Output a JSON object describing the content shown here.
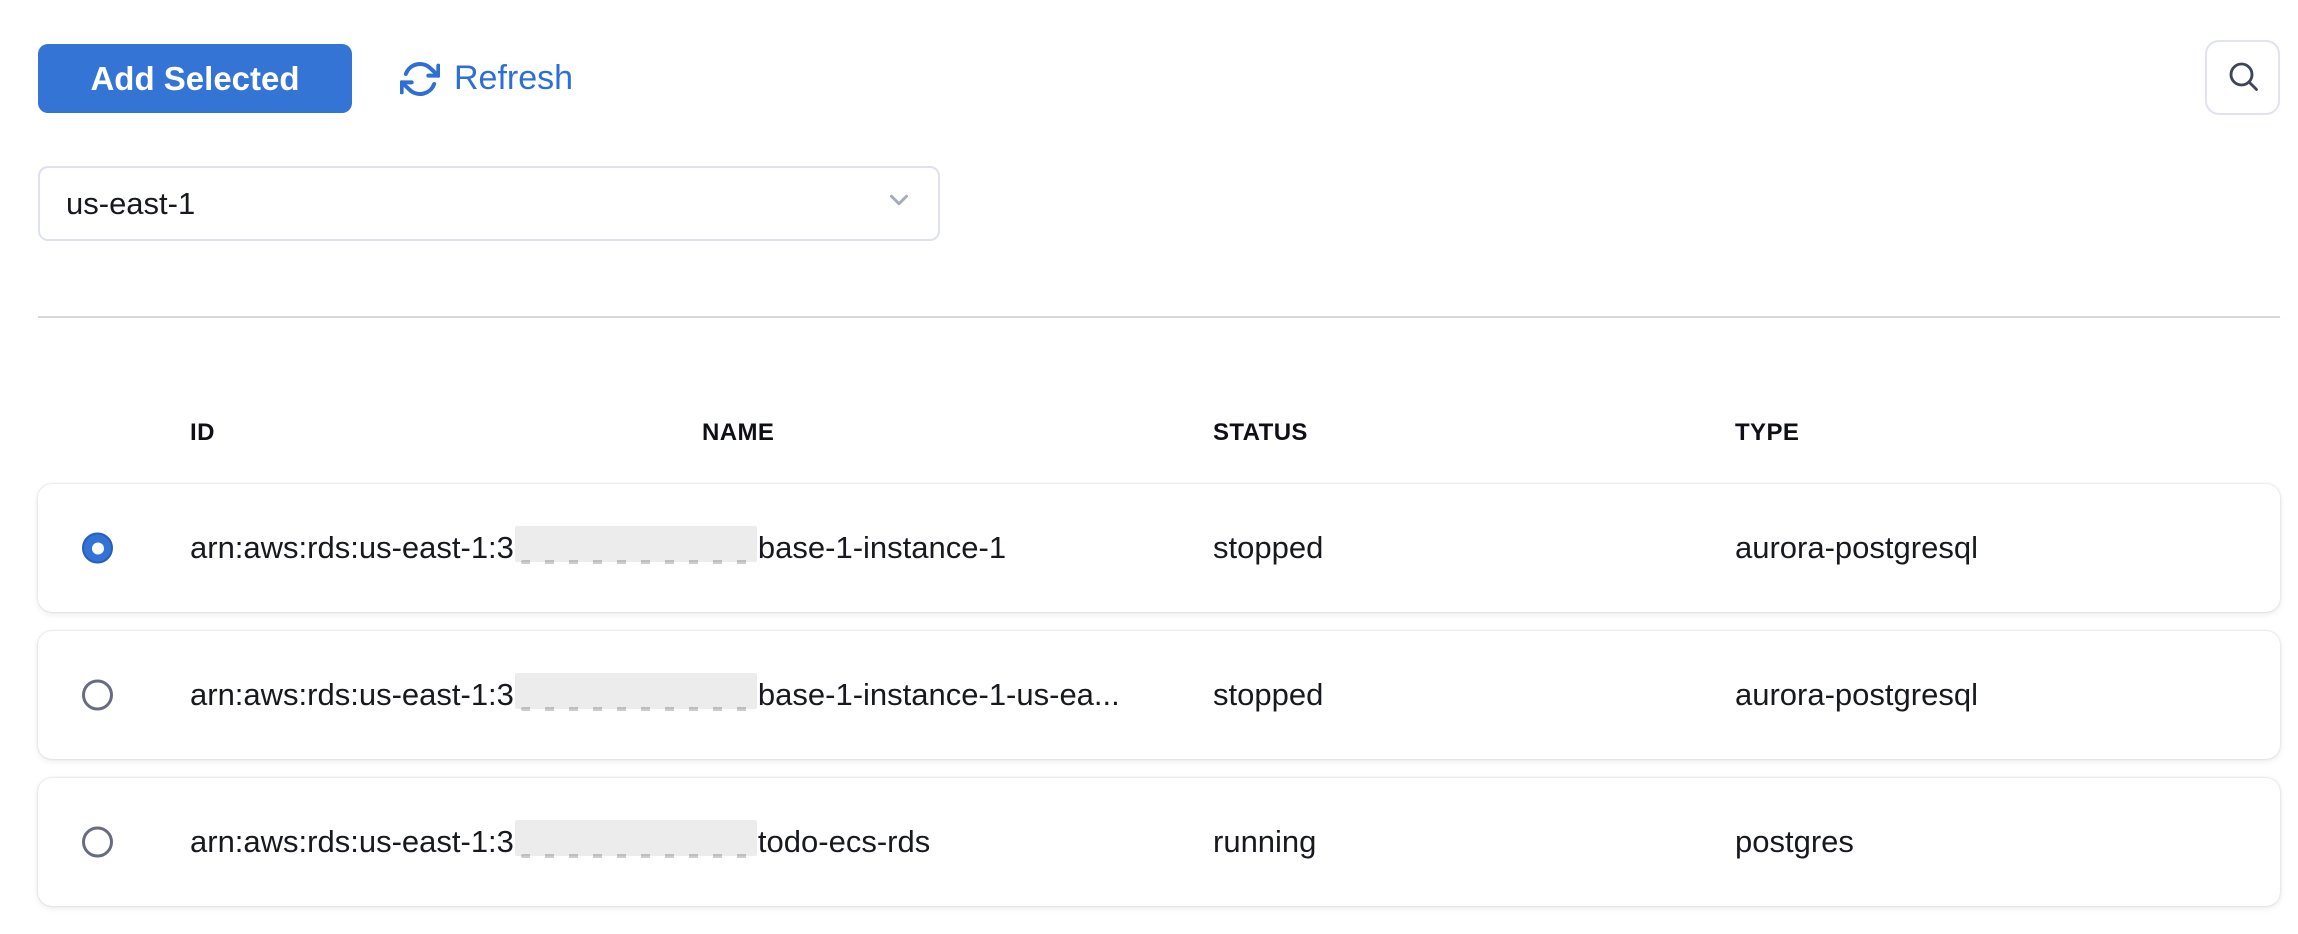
{
  "toolbar": {
    "add_selected": "Add Selected",
    "refresh": "Refresh"
  },
  "region_select": {
    "value": "us-east-1"
  },
  "table": {
    "headers": {
      "id": "ID",
      "name": "NAME",
      "status": "STATUS",
      "type": "TYPE"
    },
    "rows": [
      {
        "selected": true,
        "id_visible": "arn:aws:rds:us-east-1:3",
        "id_redacted": true,
        "name_visible": "base-1-instance-1",
        "status": "stopped",
        "type": "aurora-postgresql"
      },
      {
        "selected": false,
        "id_visible": "arn:aws:rds:us-east-1:3",
        "id_redacted": true,
        "name_visible": "base-1-instance-1-us-ea...",
        "status": "stopped",
        "type": "aurora-postgresql"
      },
      {
        "selected": false,
        "id_visible": "arn:aws:rds:us-east-1:3",
        "id_redacted": true,
        "name_visible": "todo-ecs-rds",
        "status": "running",
        "type": "postgres"
      }
    ]
  },
  "colors": {
    "accent_blue": "#3474d4",
    "link_blue": "#2e6fd4",
    "radio_selected_fill": "#3273d8",
    "radio_unselected_ring": "#676c83",
    "border_light": "#e1e3ed",
    "divider": "#d5d8e1",
    "redaction_fill": "#ececec",
    "text_dark": "#17191f",
    "header_text": "#0e1015"
  }
}
